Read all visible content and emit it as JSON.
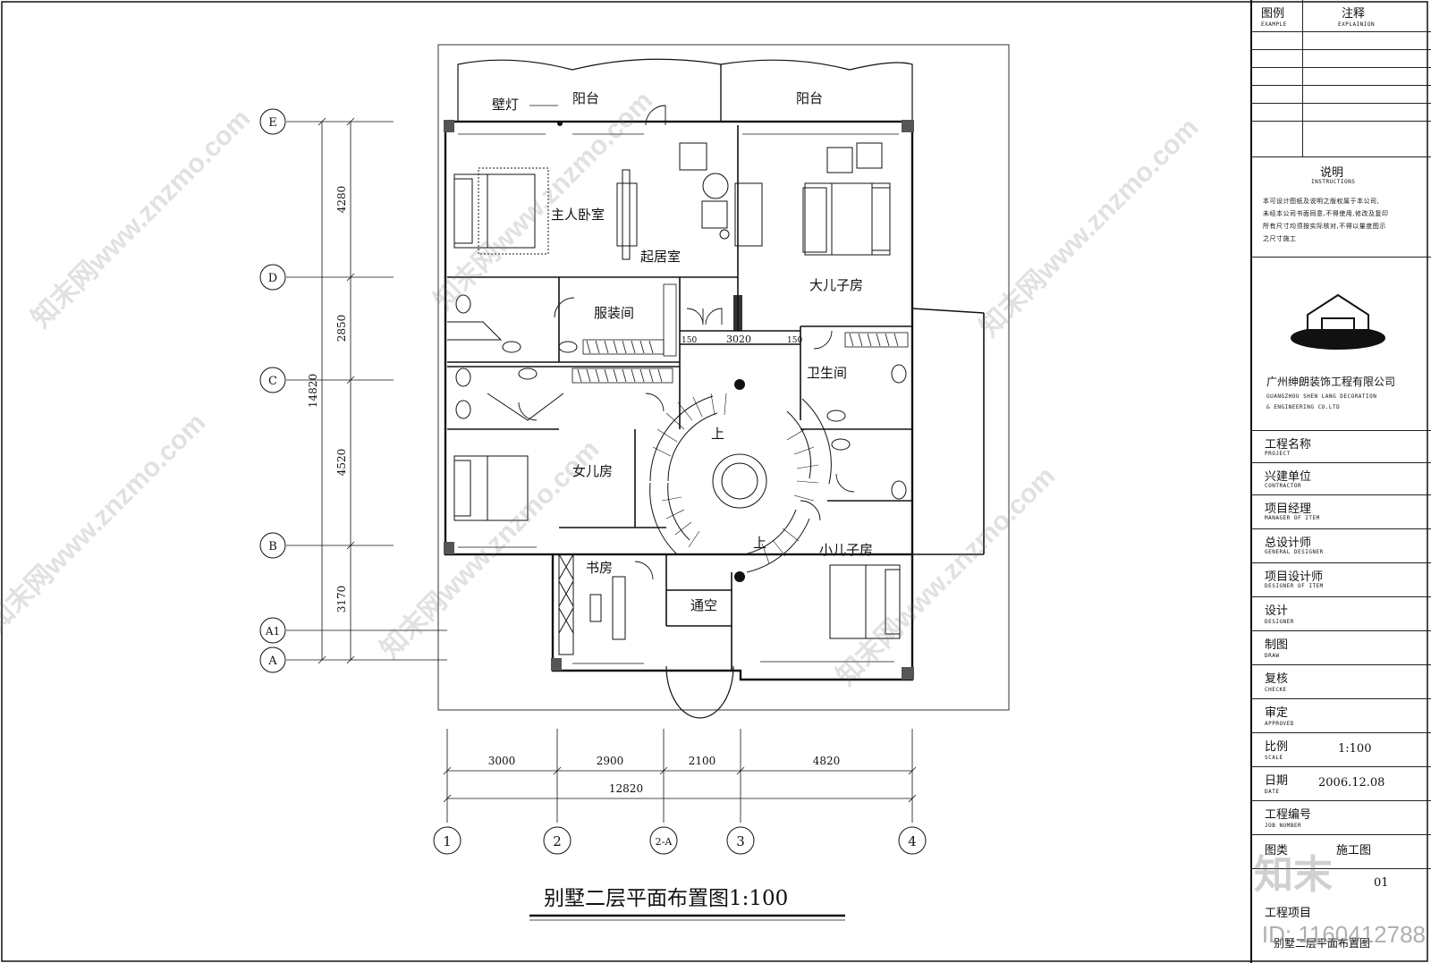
{
  "plan": {
    "title": "别墅二层平面布置图1:100",
    "rooms": {
      "master_bedroom": "主人卧室",
      "living_room": "起居室",
      "elder_son_room": "大儿子房",
      "wardrobe": "服装间",
      "bathroom": "卫生间",
      "daughter_room": "女儿房",
      "younger_son_room": "小儿子房",
      "study": "书房",
      "void": "通空",
      "balcony_left": "阳台",
      "balcony_right": "阳台",
      "wall_lamp": "壁灯",
      "stair_up_1": "上",
      "stair_up_2": "上"
    },
    "axes_vertical": [
      "E",
      "D",
      "C",
      "B",
      "A1",
      "A"
    ],
    "axes_horizontal": [
      "1",
      "2",
      "2-A",
      "3",
      "4"
    ],
    "dims_left": [
      "4280",
      "2850",
      "4520",
      "3170"
    ],
    "dim_left_total": "14820",
    "dims_bottom": [
      "3000",
      "2900",
      "2100",
      "4820"
    ],
    "dim_bottom_total": "12820",
    "dim_corridor": "3020",
    "dim_corridor_a": "150",
    "dim_corridor_b": "150"
  },
  "titleblock": {
    "legend": "图例",
    "legend_en": "EXAMPLE",
    "notes": "注释",
    "notes_en": "EXPLAINION",
    "instructions": "说明",
    "instructions_en": "INSTRUCTIONS",
    "instr_line1": "本可设计图纸及说明之版权属于本公司,",
    "instr_line2": "未经本公司书面同意,不得使用,修改及复印",
    "instr_line3": "所有尺寸均须按实际核对,不得以量度图示",
    "instr_line4": "之尺寸施工",
    "company": "广州绅朗装饰工程有限公司",
    "company_en1": "GUANGZHOU SHEN LANG DECORATION",
    "company_en2": "& ENGINEERING CO.LTD",
    "project": "工程名称",
    "project_en": "PROJECT",
    "contractor": "兴建单位",
    "contractor_en": "CONTRACTOR",
    "manager": "项目经理",
    "manager_en": "MANAGER OF ITEM",
    "general_designer": "总设计师",
    "general_designer_en": "GENERAL DESIGNER",
    "item_designer": "项目设计师",
    "item_designer_en": "DESIGNER OF ITEM",
    "designer": "设计",
    "designer_en": "DESIGNER",
    "draw": "制图",
    "draw_en": "DRAW",
    "check": "复核",
    "check_en": "CHECKE",
    "approved": "审定",
    "approved_en": "APPROVED",
    "scale": "比例",
    "scale_en": "SCALE",
    "scale_value": "1:100",
    "date": "日期",
    "date_en": "DATE",
    "date_value": "2006.12.08",
    "job_number": "工程编号",
    "job_number_en": "JOB NUMBER",
    "drawing_type": "图类",
    "drawing_type_value": "施工图",
    "drawing_no_value": "01",
    "project_item": "工程项目",
    "project_item_value": "别墅二层平面布置图"
  },
  "watermark": {
    "text": "知末网www.znzmo.com",
    "logo": "知末",
    "id": "ID: 1160412788"
  },
  "colors": {
    "line": "#111111",
    "watermark": "#9a9a9a"
  }
}
